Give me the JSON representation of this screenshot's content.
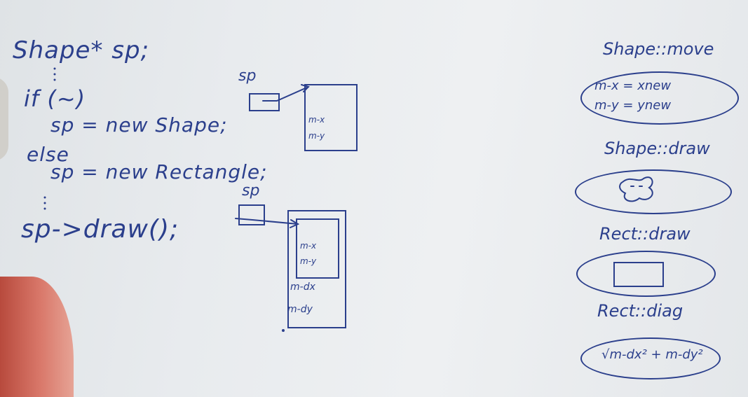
{
  "left_code": {
    "line1": "Shape* sp;",
    "line2": "if (~)",
    "line3": "sp = new Shape;",
    "line4": "else",
    "line5": "sp = new Rectangle;",
    "line6": "sp->draw();"
  },
  "diagram_top": {
    "pointer_label": "sp",
    "field1": "m-x",
    "field2": "m-y"
  },
  "diagram_bottom": {
    "pointer_label": "sp",
    "field1": "m-x",
    "field2": "m-y",
    "field3": "m-dx",
    "field4": "m-dy"
  },
  "right_panel": {
    "shape_move_title": "Shape::move",
    "shape_move_line1": "m-x = xnew",
    "shape_move_line2": "m-y = ynew",
    "shape_draw_title": "Shape::draw",
    "rect_draw_title": "Rect::draw",
    "rect_diag_title": "Rect::diag",
    "rect_diag_formula": "√m-dx² + m-dy²"
  },
  "colors": {
    "ink": "#2b3f8c",
    "board": "#e9ecef",
    "shirt": "#c95a4b"
  }
}
